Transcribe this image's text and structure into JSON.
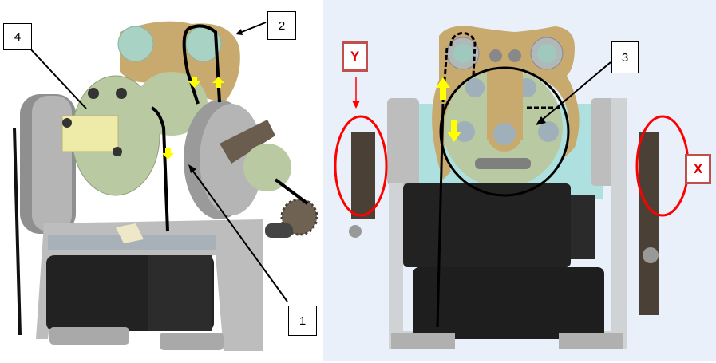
{
  "figure": {
    "left_view": {
      "callouts": [
        {
          "id": "4",
          "label": "4"
        },
        {
          "id": "2",
          "label": "2"
        },
        {
          "id": "1",
          "label": "1"
        }
      ]
    },
    "right_view": {
      "callouts": [
        {
          "id": "3",
          "label": "3"
        }
      ],
      "axis_labels": [
        {
          "id": "Y",
          "label": "Y"
        },
        {
          "id": "X",
          "label": "X"
        }
      ]
    },
    "colors": {
      "belt": "#000000",
      "arrow_yellow": "#ffff00",
      "highlight_red": "#ff0000",
      "label_border": "#c0504d",
      "bracket_gold": "#c8aa6e",
      "disk_green": "#b9c9a2",
      "motor_black": "#222222",
      "frame_gray": "#c9c9c9",
      "right_bg": "#e9f0fa"
    }
  }
}
